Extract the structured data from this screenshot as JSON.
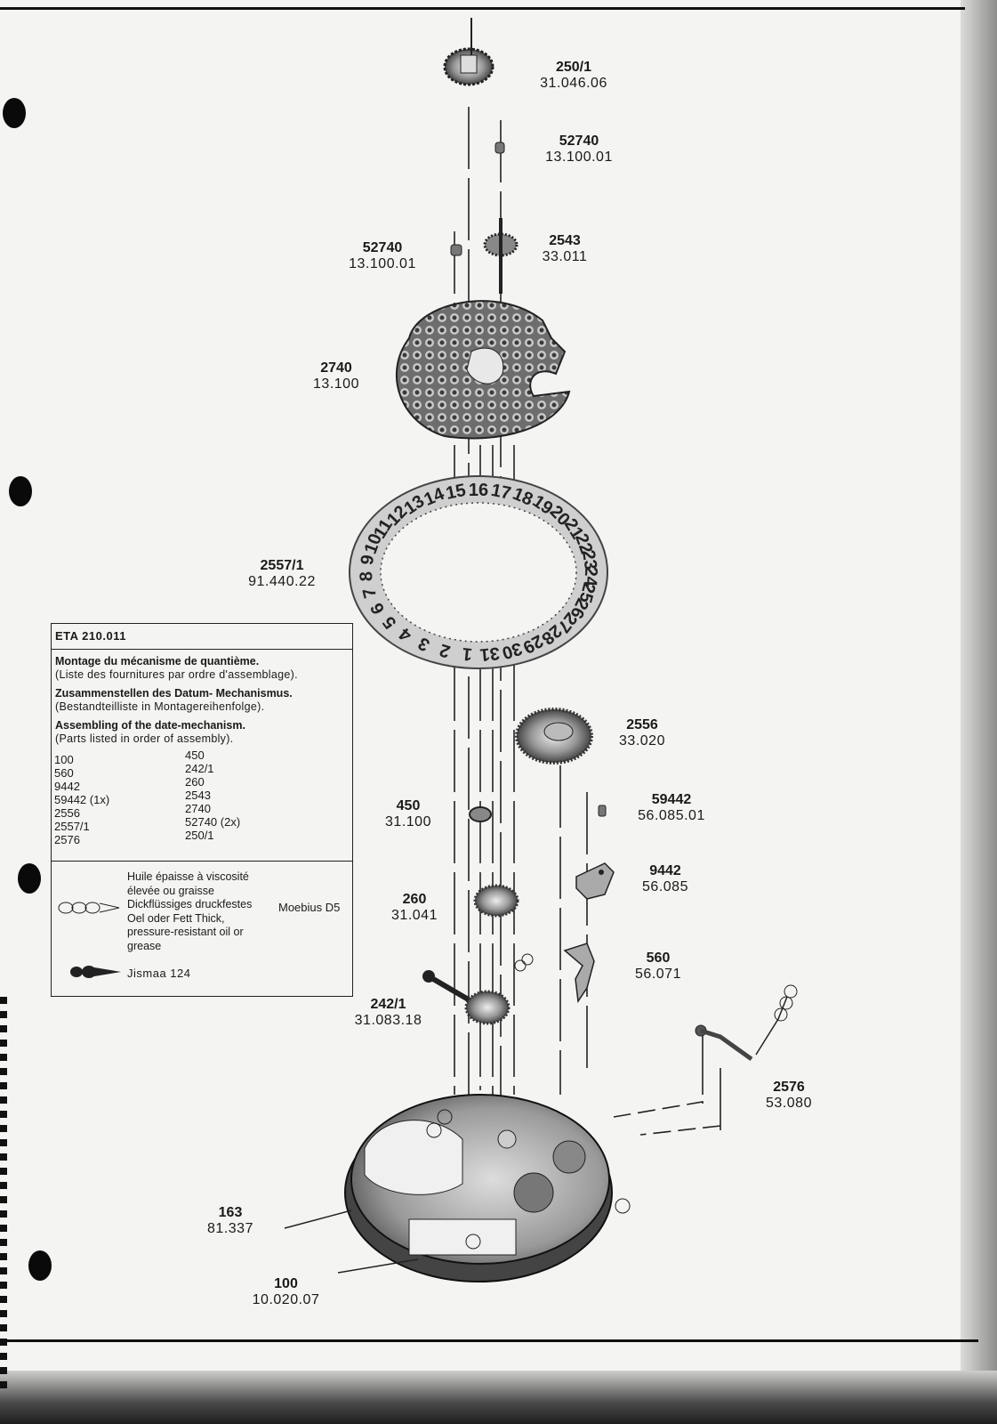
{
  "parts": [
    {
      "id": "p250_1",
      "number": "250/1",
      "ref": "31.046.06"
    },
    {
      "id": "p52740a",
      "number": "52740",
      "ref": "13.100.01"
    },
    {
      "id": "p52740b",
      "number": "52740",
      "ref": "13.100.01"
    },
    {
      "id": "p2543",
      "number": "2543",
      "ref": "33.011"
    },
    {
      "id": "p2740",
      "number": "2740",
      "ref": "13.100"
    },
    {
      "id": "p2557_1",
      "number": "2557/1",
      "ref": "91.440.22"
    },
    {
      "id": "p2556",
      "number": "2556",
      "ref": "33.020"
    },
    {
      "id": "p450",
      "number": "450",
      "ref": "31.100"
    },
    {
      "id": "p59442",
      "number": "59442",
      "ref": "56.085.01"
    },
    {
      "id": "p9442",
      "number": "9442",
      "ref": "56.085"
    },
    {
      "id": "p260",
      "number": "260",
      "ref": "31.041"
    },
    {
      "id": "p560",
      "number": "560",
      "ref": "56.071"
    },
    {
      "id": "p242_1",
      "number": "242/1",
      "ref": "31.083.18"
    },
    {
      "id": "p2576",
      "number": "2576",
      "ref": "53.080"
    },
    {
      "id": "p163",
      "number": "163",
      "ref": "81.337"
    },
    {
      "id": "p100",
      "number": "100",
      "ref": "10.020.07"
    }
  ],
  "date_disc_numbers": [
    "1",
    "2",
    "3",
    "4",
    "5",
    "6",
    "7",
    "8",
    "9",
    "10",
    "11",
    "12",
    "13",
    "14",
    "15",
    "16",
    "17",
    "18",
    "19",
    "20",
    "21",
    "22",
    "23",
    "24",
    "25",
    "26",
    "27",
    "28",
    "29",
    "30",
    "31"
  ],
  "assembly_box": {
    "title": "ETA 210.011",
    "fr_heading": "Montage du mécanisme de quantième.",
    "fr_sub": "(Liste des fournitures par ordre d'assemblage).",
    "de_heading": "Zusammenstellen des Datum- Mechanismus.",
    "de_sub": "(Bestandteilliste in Montagereihenfolge).",
    "en_heading": "Assembling of the date-mechanism.",
    "en_sub": "(Parts listed in order of assembly).",
    "order_col1": [
      "100",
      "560",
      "9442",
      "59442 (1x)",
      "2556",
      "2557/1",
      "2576"
    ],
    "order_col2": [
      "450",
      "242/1",
      "260",
      "2543",
      "2740",
      "52740 (2x)",
      "250/1"
    ],
    "legend_oil": "Huile épaisse à viscosité élevée ou graisse Dickflüssiges druckfestes Oel oder Fett Thick, pressure-resistant oil or grease",
    "legend_oil_brand": "Moebius D5",
    "legend_grease_brand": "Jismaa 124"
  },
  "colors": {
    "paper": "#f4f4f2",
    "ink": "#1a1a1a",
    "metal": "#8a8a8a"
  }
}
